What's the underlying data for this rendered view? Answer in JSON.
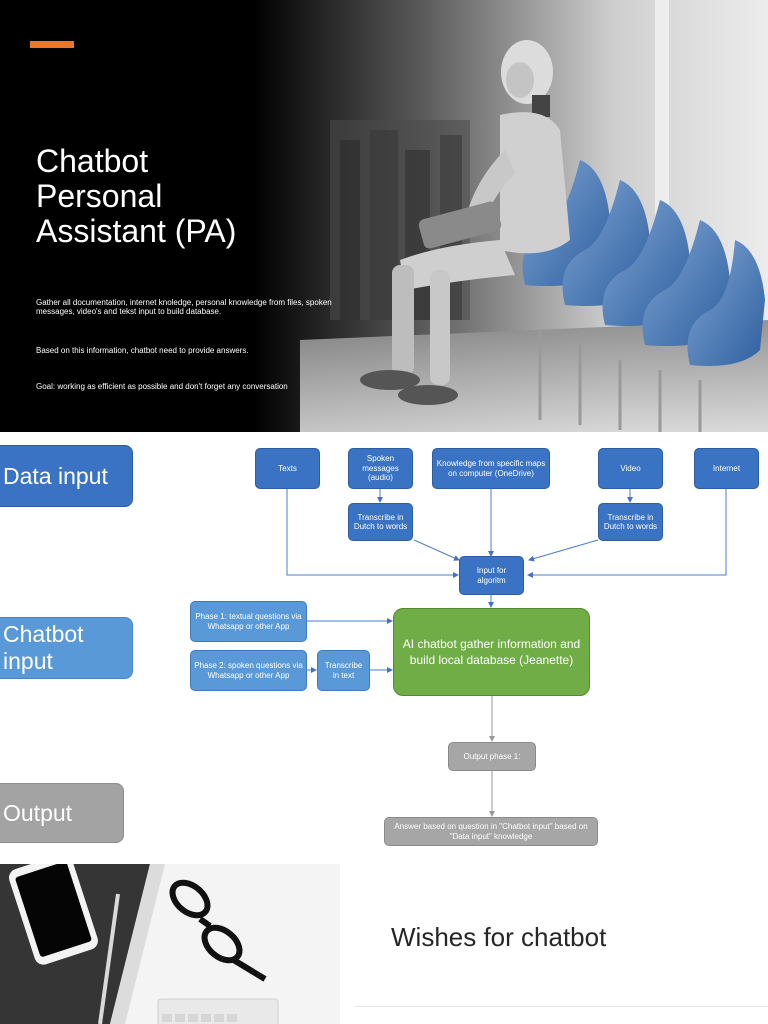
{
  "slide1": {
    "title_lines": [
      "Chatbot",
      "Personal",
      "Assistant (PA)"
    ],
    "paragraphs": [
      "Gather all documentation, internet knoledge, personal knowledge from files, spoken messages, video's and tekst input to build database.",
      "Based on this information, chatbot need to provide answers.",
      "Goal: working as efficient as possible and don't forget any conversation"
    ],
    "accent_color": "#e8762b"
  },
  "slide2": {
    "labels": {
      "data_input": "Data input",
      "chatbot_input": "Chatbot input",
      "output": "Output"
    },
    "nodes": {
      "texts": "Texts",
      "spoken": "Spoken messages (audio)",
      "knowledge": "Knowledge from specific maps on computer (OneDrive)",
      "video": "Video",
      "internet": "Internet",
      "transcribe_audio": "Transcribe in Dutch to words",
      "transcribe_video": "Transcribe in Dutch to words",
      "input_algo": "Input for algoritm",
      "phase1": "Phase 1: textual questions via Whatsapp or other App",
      "phase2": "Phase 2: spoken questions via Whatsapp or other App",
      "transcribe_text": "Transcribe in text",
      "ai_chatbot": "AI chatbot gather information and build local database (Jeanette)",
      "output_phase": "Output phase 1:",
      "answer": "Answer based on question in \"Chatbot input\" based on \"Data input\" knowledge"
    },
    "colors": {
      "data_blue": "#3a73c4",
      "chatbot_blue": "#5a99d8",
      "ai_green": "#70ad47",
      "output_gray": "#a6a6a6"
    }
  },
  "slide3": {
    "title": "Wishes for chatbot"
  }
}
